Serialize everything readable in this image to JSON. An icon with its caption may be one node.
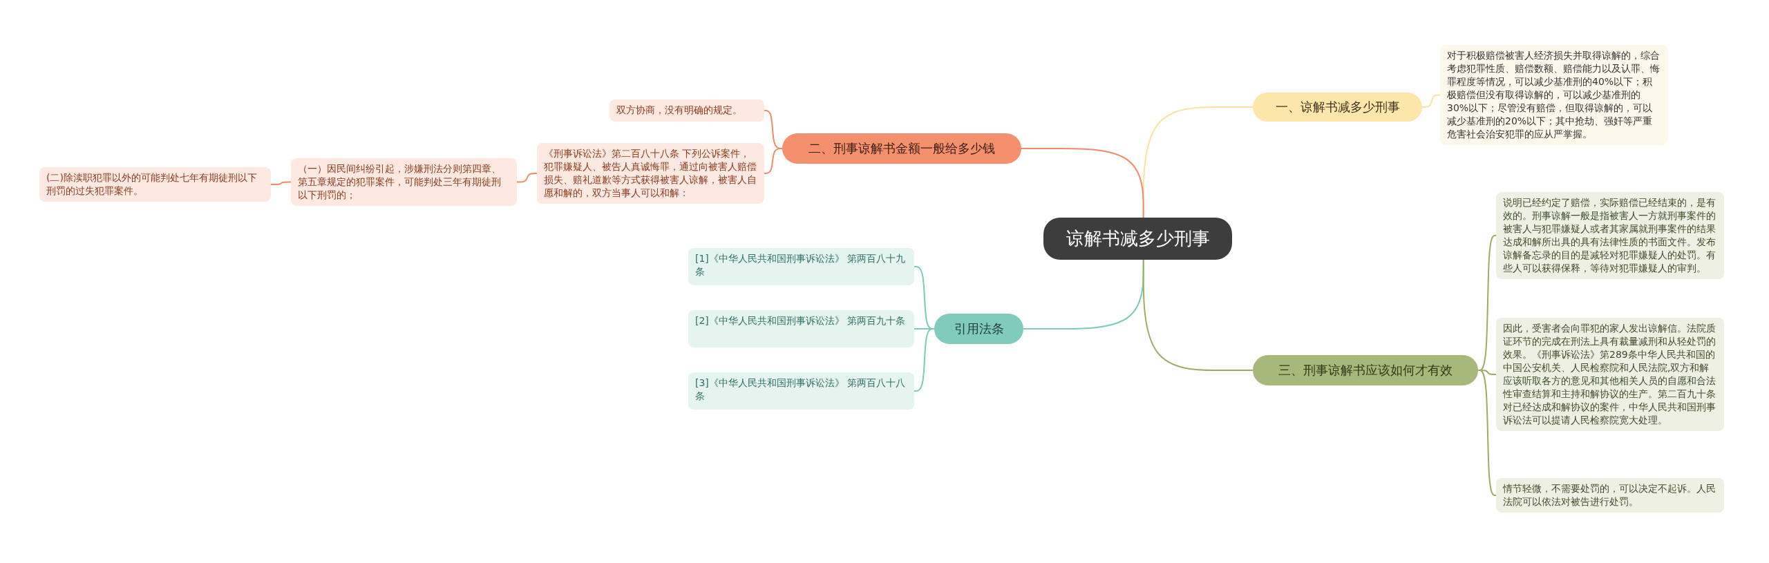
{
  "diagram": {
    "nodes": [
      {
        "text": [
          "谅解书减多少刑事"
        ]
      },
      {
        "text": [
          "一、谅解书减多少刑事"
        ]
      },
      {
        "text": [
          "对于积极赔偿被害人经济损失并取得谅解的，综合考虑犯罪性质、赔偿数额、赔偿能力以及认罪、悔罪程度等情况，可以减少基准刑的40%以下；积极赔偿但没有取得谅解的，可以减少基准刑的30%以下；尽管没有赔偿，但取得谅解的，可以减少基准刑的20%以下；其中抢劫、强奸等严重危害社会治安犯罪的应从严掌握。"
        ]
      },
      {
        "text": [
          "二、刑事谅解书金额一般给多少钱"
        ]
      },
      {
        "text": [
          "双方协商，没有明确的规定。"
        ]
      },
      {
        "text": [
          "《刑事诉讼法》第二百八十八条 下列公诉案件，犯罪嫌疑人、被告人真诚悔罪，通过向被害人赔偿损失、赔礼道歉等方式获得被害人谅解，被害人自愿和解的，双方当事人可以和解："
        ]
      },
      {
        "text": [
          "（一）因民间纠纷引起，涉嫌刑法分则第四章、第五章规定的犯罪案件，可能判处三年有期徒刑以下刑罚的；"
        ]
      },
      {
        "text": [
          "(二)除渎职犯罪以外的可能判处七年有期徒刑以下刑罚的过失犯罪案件。"
        ]
      },
      {
        "text": [
          "引用法条"
        ]
      },
      {
        "text": [
          "[1]《中华人民共和国刑事诉讼法》 第两百八十九条"
        ]
      },
      {
        "text": [
          "[2]《中华人民共和国刑事诉讼法》 第两百九十条"
        ]
      },
      {
        "text": [
          "[3]《中华人民共和国刑事诉讼法》 第两百八十八条"
        ]
      },
      {
        "text": [
          "三、刑事谅解书应该如何才有效"
        ]
      },
      {
        "text": [
          "说明已经约定了赔偿，实际赔偿已经结束的，是有效的。刑事谅解一般是指被害人一方就刑事案件的被害人与犯罪嫌疑人或者其家属就刑事案件的结果达成和解所出具的具有法律性质的书面文件。发布谅解备忘录的目的是减轻对犯罪嫌疑人的处罚。有些人可以获得保释，等待对犯罪嫌疑人的审判。"
        ]
      },
      {
        "text": [
          "因此，受害者会向罪犯的家人发出谅解信。法院质证环节的完成在刑法上具有裁量减刑和从轻处罚的效果。《刑事诉讼法》第289条中华人民共和国的中国公安机关、人民检察院和人民法院,双方和解应该听取各方的意见和其他相关人员的自愿和合法性审查结算和主持和解协议的生产。第二百九十条对已经达成和解协议的案件，中华人民共和国刑事诉讼法可以提请人民检察院宽大处理。"
        ]
      },
      {
        "text": [
          "情节轻微，不需要处罚的，可以决定不起诉。人民法院可以依法对被告进行处罚。"
        ]
      }
    ],
    "edges": [
      {
        "from": 0,
        "to": 1,
        "arrow": "none",
        "color": "#fbe2a0"
      },
      {
        "from": 1,
        "to": 2,
        "arrow": "none",
        "color": "#fbe2a0"
      },
      {
        "from": 0,
        "to": 3,
        "arrow": "none",
        "color": "#f08a67"
      },
      {
        "from": 3,
        "to": 4,
        "arrow": "none",
        "color": "#f08a67"
      },
      {
        "from": 3,
        "to": 5,
        "arrow": "none",
        "color": "#f08a67"
      },
      {
        "from": 5,
        "to": 6,
        "arrow": "none",
        "color": "#f08a67"
      },
      {
        "from": 6,
        "to": 7,
        "arrow": "none",
        "color": "#f08a67"
      },
      {
        "from": 0,
        "to": 8,
        "arrow": "none",
        "color": "#7ccab8"
      },
      {
        "from": 8,
        "to": 9,
        "arrow": "none",
        "color": "#7ccab8"
      },
      {
        "from": 8,
        "to": 10,
        "arrow": "none",
        "color": "#7ccab8"
      },
      {
        "from": 8,
        "to": 11,
        "arrow": "none",
        "color": "#7ccab8"
      },
      {
        "from": 0,
        "to": 12,
        "arrow": "none",
        "color": "#9aae66"
      },
      {
        "from": 12,
        "to": 13,
        "arrow": "none",
        "color": "#9aae66"
      },
      {
        "from": 12,
        "to": 14,
        "arrow": "none",
        "color": "#9aae66"
      },
      {
        "from": 12,
        "to": 15,
        "arrow": "none",
        "color": "#9aae66"
      }
    ]
  }
}
